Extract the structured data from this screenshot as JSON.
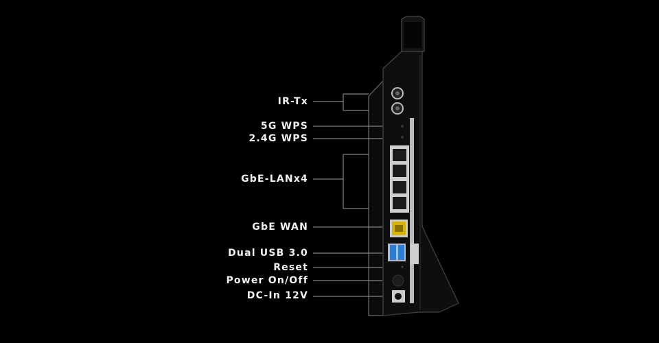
{
  "labels": {
    "ir_tx": "IR-Tx",
    "wps_5g": "5G WPS",
    "wps_24g": "2.4G WPS",
    "lan": "GbE-LANx4",
    "wan": "GbE WAN",
    "usb": "Dual USB 3.0",
    "reset": "Reset",
    "power": "Power On/Off",
    "dc_in": "DC-In 12V"
  },
  "colors": {
    "background": "#000000",
    "body": "#0d0d0f",
    "wan_port": "#d8b300",
    "usb_port": "#2a7fd4",
    "line": "#a0a0a0"
  }
}
